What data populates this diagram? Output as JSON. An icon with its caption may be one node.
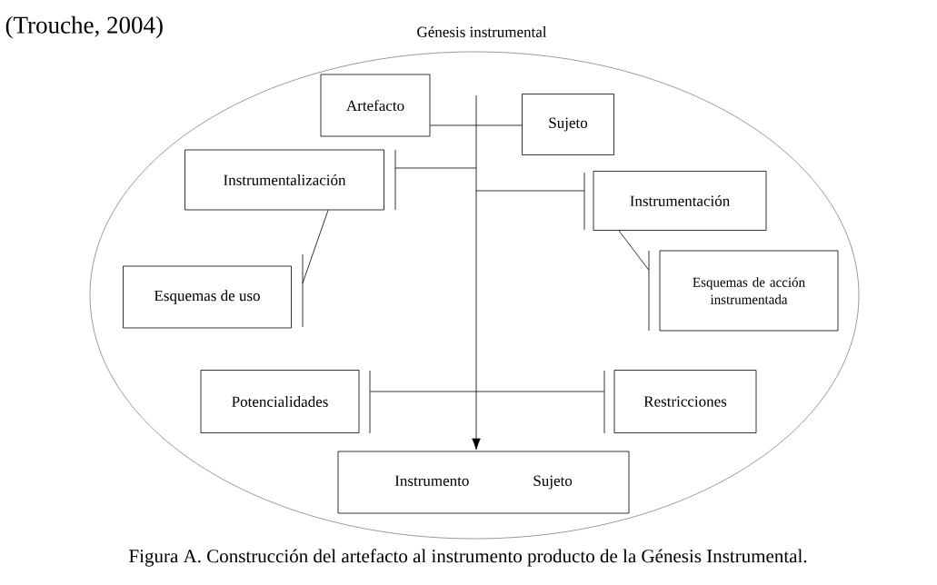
{
  "diagram": {
    "caption": "Figura A. Construcción del artefacto al instrumento producto de la Génesis Instrumental.",
    "nodes": [
      {
        "text": [
          "Génesis instrumental"
        ]
      },
      {
        "text": [
          "Artefacto"
        ],
        "in": 0
      },
      {
        "text": [
          "Sujeto"
        ],
        "in": 0
      },
      {
        "text": [
          "Instrumentalización"
        ],
        "in": 0
      },
      {
        "text": [
          "Instrumentación"
        ],
        "in": 0
      },
      {
        "text": [
          "Esquemas de uso"
        ],
        "in": 0
      },
      {
        "text": [
          "Esquemas de acción instrumentada"
        ],
        "in": 0
      },
      {
        "text": [
          "Potencialidades"
        ],
        "in": 0
      },
      {
        "text": [
          "Restricciones"
        ],
        "in": 0
      },
      {
        "text": [
          "Instrumento",
          "Sujeto"
        ],
        "in": 0
      }
    ],
    "edges": [
      {
        "from": 1,
        "to": 2,
        "arrow": "none"
      },
      {
        "from": null,
        "to": 9,
        "arrow": "to"
      },
      {
        "from": 3,
        "to": null,
        "arrow": "none"
      },
      {
        "from": null,
        "to": 4,
        "arrow": "none"
      },
      {
        "from": 3,
        "to": 5,
        "arrow": "none"
      },
      {
        "from": 4,
        "to": 6,
        "arrow": "none"
      },
      {
        "from": 7,
        "to": 8,
        "arrow": "none"
      }
    ],
    "labels": [
      "(Trouche, 2004)"
    ]
  }
}
